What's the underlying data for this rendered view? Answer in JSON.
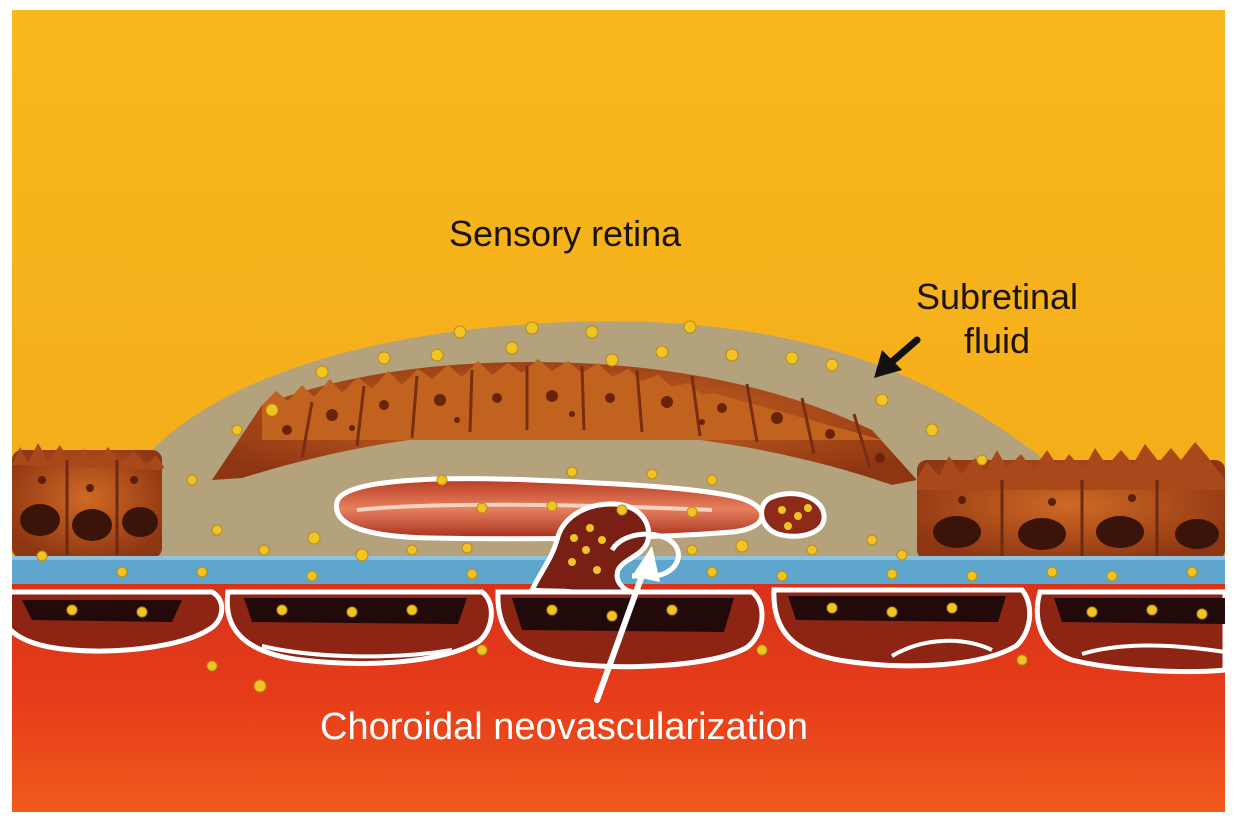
{
  "figure": {
    "labels": {
      "sensory_retina": "Sensory retina",
      "subretinal_fluid_line1": "Subretinal",
      "subretinal_fluid_line2": "fluid",
      "choroidal_neovascularization": "Choroidal neovascularization"
    },
    "colors": {
      "retina": "#f6b21c",
      "fluid": "#b3a27c",
      "rpe_cells": "#b8551d",
      "bruchs_membrane": "#5fa6cf",
      "choroid": "#e2391a",
      "vessel_outline": "#ffffff",
      "exudate_dots": "#f0c421"
    },
    "icons": [
      "black-arrow-icon",
      "white-arrow-icon"
    ]
  }
}
